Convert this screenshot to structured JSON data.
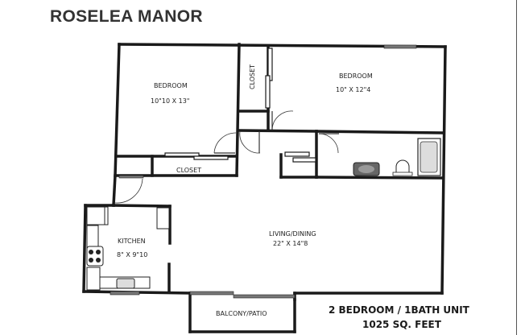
{
  "title": "ROSELEA MANOR",
  "rooms": {
    "bedroom1": {
      "label": "BEDROOM",
      "dims": "10\"10 X 13\""
    },
    "bedroom2": {
      "label": "BEDROOM",
      "dims": "10\" X 12\"4"
    },
    "closet_vertical": {
      "label": "CLOSET"
    },
    "closet_bottom": {
      "label": "CLOSET"
    },
    "kitchen": {
      "label": "KITCHEN",
      "dims": "8\" X 9\"10"
    },
    "living": {
      "label": "LIVING/DINING",
      "dims": "22\"  X 14\"8"
    },
    "balcony": {
      "label": "BALCONY/PATIO"
    }
  },
  "summary": {
    "unit": "2 BEDROOM / 1BATH UNIT",
    "area": "1025 SQ. FEET"
  },
  "colors": {
    "wall": "#1a1a1a",
    "fixture": "#555555",
    "paper": "#ffffff"
  }
}
